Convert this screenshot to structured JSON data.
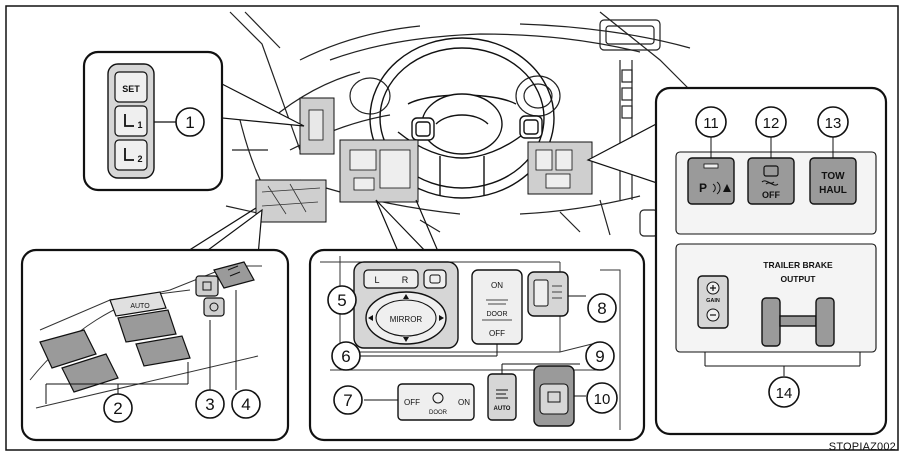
{
  "callouts": [
    {
      "n": "1"
    },
    {
      "n": "2"
    },
    {
      "n": "3"
    },
    {
      "n": "4"
    },
    {
      "n": "5"
    },
    {
      "n": "6"
    },
    {
      "n": "7"
    },
    {
      "n": "8"
    },
    {
      "n": "9"
    },
    {
      "n": "10"
    },
    {
      "n": "11"
    },
    {
      "n": "12"
    },
    {
      "n": "13"
    },
    {
      "n": "14"
    }
  ],
  "labels": {
    "set": "SET",
    "mem1": "1",
    "mem2": "2",
    "auto": "AUTO",
    "mirror_l": "L",
    "mirror_r": "R",
    "mirror": "MIRROR",
    "dome_on": "ON",
    "dome_door": "DOOR",
    "dome_off": "OFF",
    "door_off": "OFF",
    "door_on": "ON",
    "door_door": "DOOR",
    "headlight_auto": "AUTO",
    "park_p": "P",
    "off": "OFF",
    "tow": "TOW",
    "haul": "HAUL",
    "trailer_line1": "TRAILER BRAKE",
    "trailer_line2": "OUTPUT",
    "gain": "GAIN"
  },
  "figure_code": "STOPIAZ002",
  "colors": {
    "line": "#111111",
    "button_gray": "#9a9a9a",
    "button_light": "#d6d6d6",
    "panel": "#f4f4f4"
  }
}
